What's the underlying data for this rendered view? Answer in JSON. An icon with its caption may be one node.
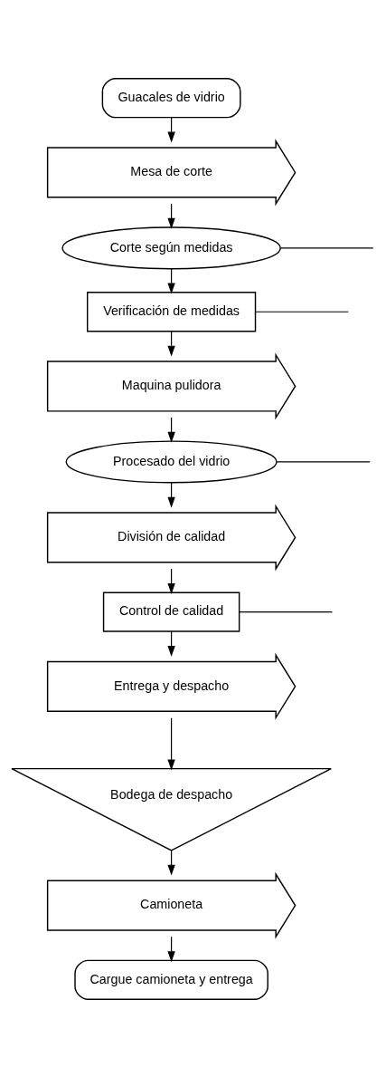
{
  "diagram": {
    "nodes": [
      {
        "text": [
          "Guacales de vidrio"
        ]
      },
      {
        "text": [
          "Mesa de corte"
        ]
      },
      {
        "text": [
          "Corte según medidas"
        ]
      },
      {
        "text": [
          "Verificación de medidas"
        ]
      },
      {
        "text": [
          "Maquina pulidora"
        ]
      },
      {
        "text": [
          "Procesado del vidrio"
        ]
      },
      {
        "text": [
          "División de calidad"
        ]
      },
      {
        "text": [
          "Control de calidad"
        ]
      },
      {
        "text": [
          "Entrega y despacho"
        ]
      },
      {
        "text": [
          "Bodega de despacho"
        ]
      },
      {
        "text": [
          "Camioneta"
        ]
      },
      {
        "text": [
          "Cargue camioneta y entrega"
        ]
      }
    ],
    "edges": [
      {
        "from": 0,
        "to": 1,
        "arrow": "to"
      },
      {
        "from": 1,
        "to": 2,
        "arrow": "to"
      },
      {
        "from": 2,
        "to": null,
        "arrow": "none"
      },
      {
        "from": 2,
        "to": 3,
        "arrow": "to"
      },
      {
        "from": 3,
        "to": null,
        "arrow": "none"
      },
      {
        "from": 3,
        "to": 4,
        "arrow": "to"
      },
      {
        "from": 4,
        "to": 5,
        "arrow": "to"
      },
      {
        "from": 5,
        "to": null,
        "arrow": "none"
      },
      {
        "from": 5,
        "to": 6,
        "arrow": "to"
      },
      {
        "from": 6,
        "to": 7,
        "arrow": "to"
      },
      {
        "from": 7,
        "to": null,
        "arrow": "none"
      },
      {
        "from": 7,
        "to": 8,
        "arrow": "to"
      },
      {
        "from": 8,
        "to": 9,
        "arrow": "to"
      },
      {
        "from": 9,
        "to": 10,
        "arrow": "to"
      },
      {
        "from": 10,
        "to": 11,
        "arrow": "to"
      }
    ]
  }
}
